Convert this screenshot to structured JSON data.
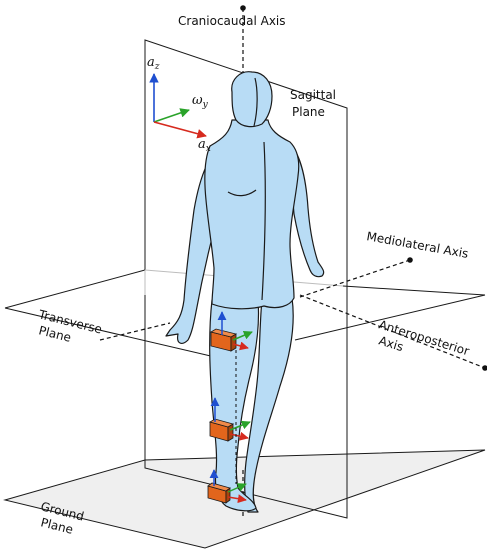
{
  "labels": {
    "craniocaudal_axis": "Craniocaudal Axis",
    "sagittal_plane": [
      "Sagittal",
      "Plane"
    ],
    "mediolateral_axis": "Mediolateral Axis",
    "transverse_plane": [
      "Transverse",
      "Plane"
    ],
    "anteroposterior_axis": [
      "Anteroposterior",
      "Axis"
    ],
    "ground_plane": [
      "Ground",
      "Plane"
    ]
  },
  "coordinate_frame": {
    "az": {
      "base": "a",
      "sub": "z"
    },
    "omega_y": {
      "base": "ω",
      "sub": "y"
    },
    "ax": {
      "base": "a",
      "sub": "x"
    }
  },
  "sensors": [
    "thigh-sensor",
    "shank-sensor",
    "foot-sensor"
  ],
  "colors": {
    "body_fill": "#b8dcf5",
    "body_stroke": "#1a1a1a",
    "sensor_fill": "#e2651c",
    "sensor_dark": "#a8440e",
    "axis_red": "#d62a1e",
    "axis_green": "#2aa32a",
    "axis_blue": "#1f4fd0",
    "ground_fill": "#efefef",
    "plane_stroke": "#1a1a1a"
  }
}
